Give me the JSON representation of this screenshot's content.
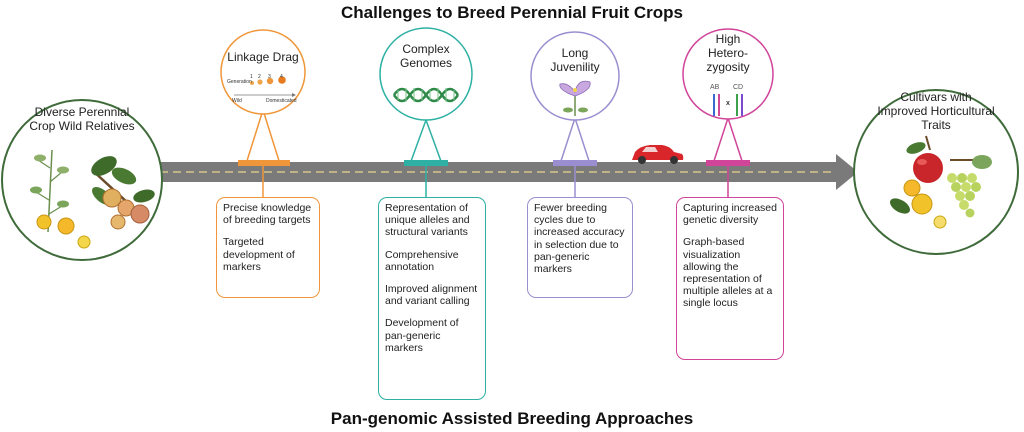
{
  "title_top": "Challenges to Breed Perennial Fruit Crops",
  "title_bottom": "Pan-genomic Assisted Breeding Approaches",
  "left_node": {
    "label": "Diverse Perennial Crop Wild Relatives"
  },
  "right_node": {
    "label": "Cultivars with Improved Horticultural Traits"
  },
  "challenges": [
    {
      "title": "Linkage Drag",
      "color": "#f0963a",
      "points": [
        "Precise knowledge of breeding targets",
        "Targeted development of markers"
      ],
      "inset": {
        "row_label": "Generation",
        "gens": [
          "1",
          "2",
          "3",
          "4"
        ],
        "left_label": "Wild",
        "right_label": "Domesticated"
      }
    },
    {
      "title": "Complex Genomes",
      "color": "#2eb0a4",
      "points": [
        "Representation of unique alleles and structural variants",
        "Comprehensive annotation",
        "Improved alignment and variant calling",
        "Development of pan-generic markers"
      ]
    },
    {
      "title": "Long Juvenility",
      "color": "#9b8ed0",
      "points": [
        "Fewer breeding cycles due to increased accuracy in selection due to pan-generic markers"
      ]
    },
    {
      "title": "High Hetero-zygosity",
      "color": "#d0449a",
      "points": [
        "Capturing increased genetic diversity",
        "Graph-based visualization allowing the representation of multiple alleles at a single locus"
      ],
      "inset": {
        "parent_a": "AB",
        "parent_b": "CD",
        "cross": "x"
      }
    }
  ],
  "colors": {
    "road": "#7a7a7a",
    "road_stripe": "#d6c58a",
    "node_border": "#3f6b3a",
    "car": "#d8262b"
  }
}
